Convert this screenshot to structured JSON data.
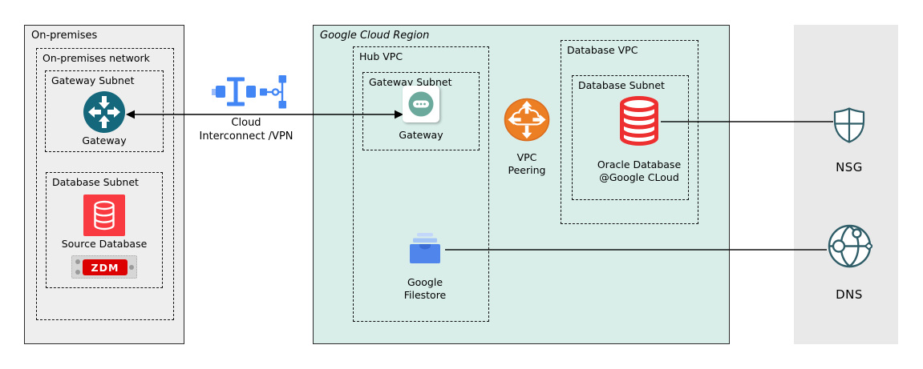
{
  "colors": {
    "onprem_bg": "#eeeeee",
    "region_bg": "#d9eee9",
    "external_bg": "#e9e9e9",
    "border_dark": "#2b2b2b",
    "blue": "#4285f4",
    "blue_light": "#9bbcf9",
    "teal_dark": "#15687b",
    "teal_gateway": "#6ca99d",
    "red_square": "#fa3a41",
    "red_db": "#ee2f2f",
    "orange": "#ec7e23",
    "outline_teal": "#2f5d68",
    "filestore_blue": "#5086ec",
    "filestore_light": "#a6c5f7",
    "zdm_red": "#dd0000"
  },
  "onprem": {
    "title": "On-premises",
    "network_title": "On-premises network",
    "gateway_subnet_title": "Gateway Subnet",
    "gateway_label": "Gateway",
    "database_subnet_title": "Database Subnet",
    "source_db_label": "Source Database",
    "zdm_label": "ZDM"
  },
  "interconnect": {
    "line1": "Cloud",
    "line2": "Interconnect /VPN"
  },
  "region": {
    "title": "Google Cloud Region",
    "hub_vpc_title": "Hub VPC",
    "gateway_subnet_title": "Gateway Subnet",
    "gateway_label": "Gateway",
    "filestore_line1": "Google",
    "filestore_line2": "Filestore",
    "peering_line1": "VPC",
    "peering_line2": "Peering",
    "database_vpc_title": "Database VPC",
    "database_subnet_title": "Database Subnet",
    "oracle_line1": "Oracle Database",
    "oracle_line2": "@Google CLoud"
  },
  "external": {
    "nsg_label": "NSG",
    "dns_label": "DNS"
  }
}
